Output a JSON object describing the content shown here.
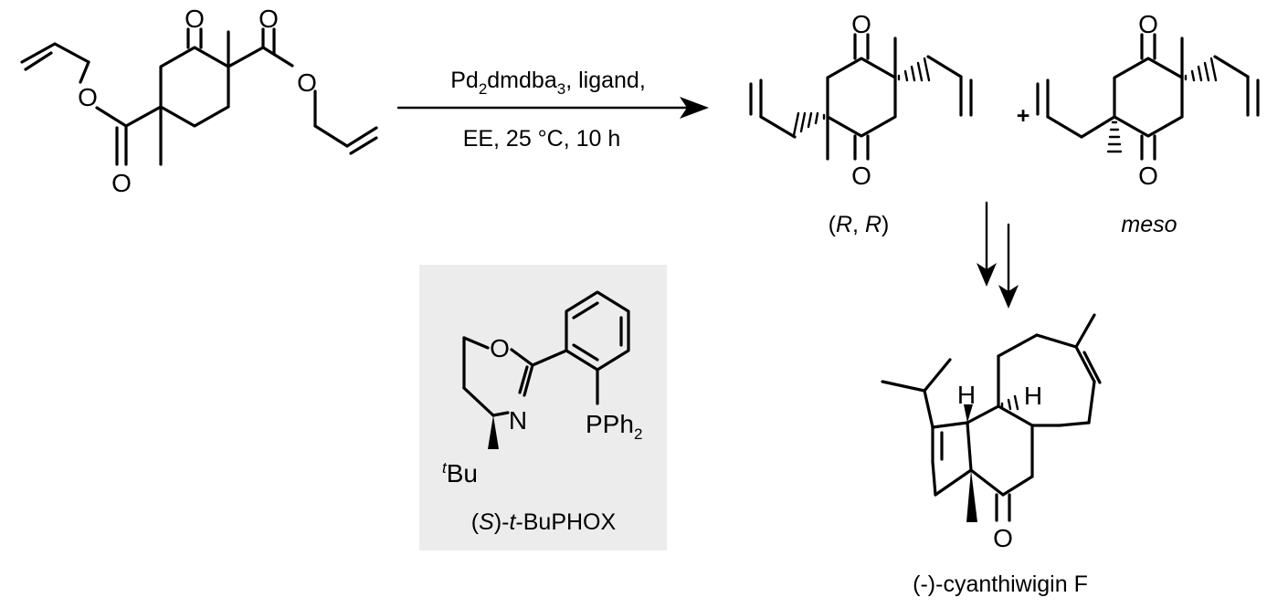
{
  "reaction": {
    "conditions_line1_prefix": "Pd",
    "conditions_line1_sub1": "2",
    "conditions_line1_mid": "dmdba",
    "conditions_line1_sub2": "3",
    "conditions_line1_suffix": ", ligand,",
    "conditions_line2": "EE, 25 °C, 10 h",
    "plus": "+"
  },
  "products": {
    "rr_label_open": "(",
    "rr_label_r1": "R",
    "rr_label_sep": ", ",
    "rr_label_r2": "R",
    "rr_label_close": ")",
    "meso_label": "meso"
  },
  "ligand": {
    "name_open": "(",
    "name_s": "S",
    "name_mid": ")-",
    "name_t": "t",
    "name_end": "-BuPHOX",
    "pph2_main": "PPh",
    "pph2_sub": "2",
    "tbu_sup": "t",
    "tbu_main": "Bu",
    "box_color": "#ececec"
  },
  "target": {
    "name": "(-)-cyanthiwigin F"
  },
  "atoms": {
    "O": "O",
    "N": "N",
    "H": "H"
  }
}
